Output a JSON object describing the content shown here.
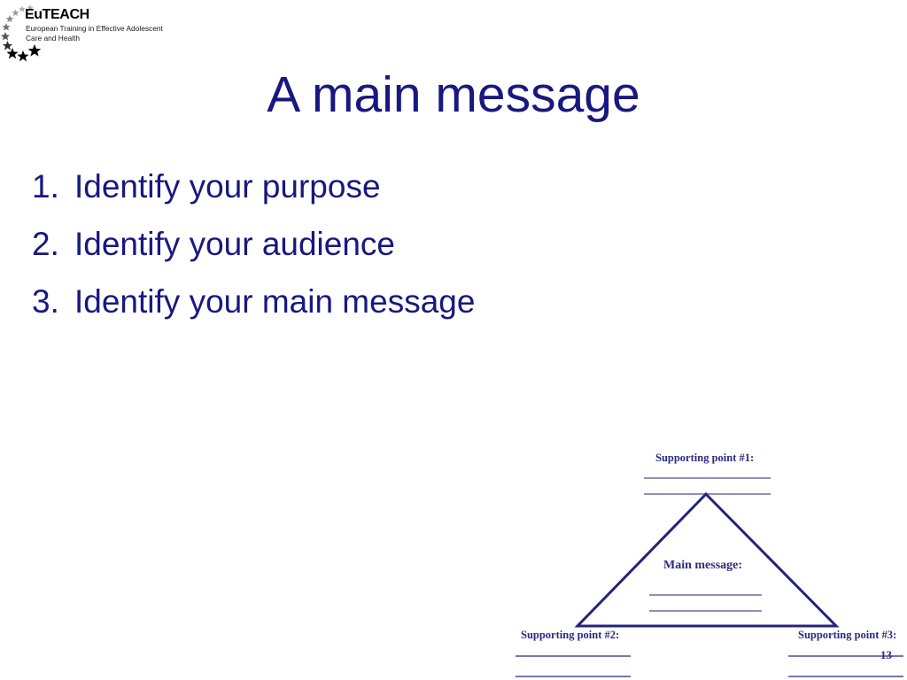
{
  "logo": {
    "wordmark": "EuTEACH",
    "subtitle_line1": "European Training in Effective Adolescent",
    "subtitle_line2": "Care and Health",
    "stars_icon": "eu-stars-arc-icon"
  },
  "slide": {
    "title": "A main message",
    "title_color": "#181880",
    "background_color": "#ffffff",
    "page_number": "13"
  },
  "list": {
    "items": [
      {
        "number": "1.",
        "text": "Identify your purpose"
      },
      {
        "number": "2.",
        "text": "Identify your audience"
      },
      {
        "number": "3.",
        "text": "Identify your main message"
      }
    ]
  },
  "diagram": {
    "type": "triangle-worksheet",
    "line_color": "#2b2b80",
    "rule_color": "#8f8fb8",
    "supporting_point_1": "Supporting point #1:",
    "main_message": "Main message:",
    "supporting_point_2": "Supporting point #2:",
    "supporting_point_3": "Supporting point #3:"
  }
}
